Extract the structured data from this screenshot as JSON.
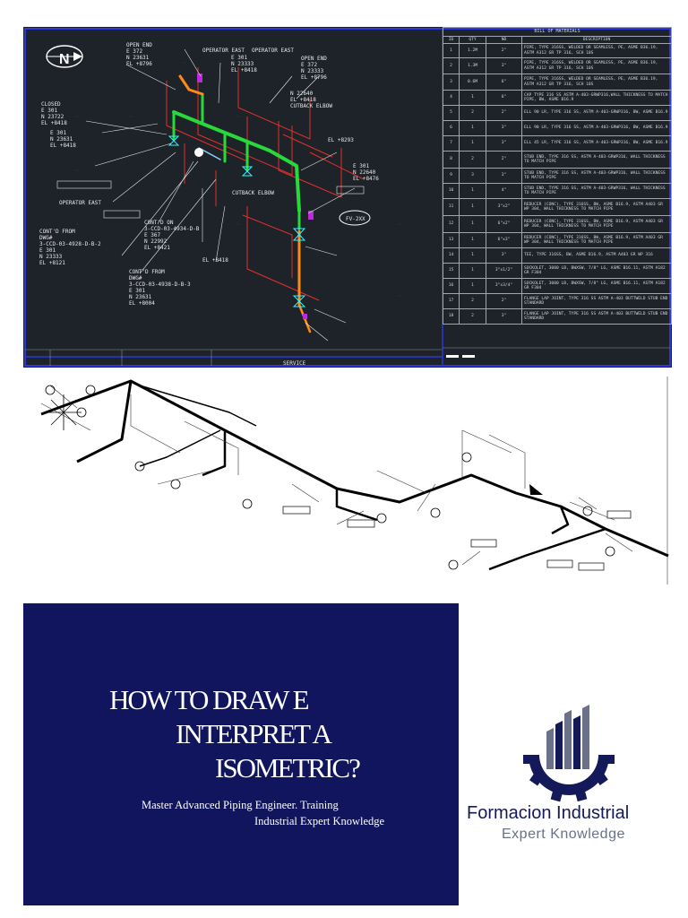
{
  "cad": {
    "bom_title": "BILL OF MATERIALS",
    "bom_headers": [
      "ID",
      "QTY",
      "ND",
      "DESCRIPTION"
    ],
    "bom_rows": [
      {
        "id": "1",
        "qty": "1.2M",
        "nd": "2\"",
        "desc": "PIPE, TYPE 316SS, WELDED OR SEAMLESS, PE, ASME B36.19, ASTM A312 GR TP 316, SCH 10S"
      },
      {
        "id": "2",
        "qty": "1.3M",
        "nd": "3\"",
        "desc": "PIPE, TYPE 316SS, WELDED OR SEAMLESS, PE, ASME B36.19, ASTM A312 GR TP 316, SCH 10S"
      },
      {
        "id": "3",
        "qty": "0.6M",
        "nd": "6\"",
        "desc": "PIPE, TYPE 316SS, WELDED OR SEAMLESS, PE, ASME B36.19, ASTM A312 GR TP 316, SCH 10S"
      },
      {
        "id": "4",
        "qty": "1",
        "nd": "6\"",
        "desc": "CAP TYPE 316 SS ASTM A-403-GRWP316,WALL THICKNESS TO MATCH PIPE, BW, ASME B16.9"
      },
      {
        "id": "5",
        "qty": "2",
        "nd": "2\"",
        "desc": "ELL 90 LR, TYPE 316 SS, ASTM A-403-GRWP316, BW, ASME B16.9"
      },
      {
        "id": "6",
        "qty": "1",
        "nd": "3\"",
        "desc": "ELL 90 LR, TYPE 316 SS, ASTM A-403-GRWP316, BW, ASME B16.9"
      },
      {
        "id": "7",
        "qty": "1",
        "nd": "3\"",
        "desc": "ELL 45 LR, TYPE 316 SS, ASTM A-403-GRWP316, BW, ASME B16.9"
      },
      {
        "id": "8",
        "qty": "2",
        "nd": "2\"",
        "desc": "STUB END, TYPE 316 SS, ASTM A-403-GRWP316, WALL THICKNESS TO MATCH PIPE"
      },
      {
        "id": "9",
        "qty": "3",
        "nd": "3\"",
        "desc": "STUB END, TYPE 316 SS, ASTM A-403-GRWP316, WALL THICKNESS TO MATCH PIPE"
      },
      {
        "id": "10",
        "qty": "1",
        "nd": "4\"",
        "desc": "STUB END, TYPE 316 SS, ASTM A-403-GRWP316, WALL THICKNESS TO MATCH PIPE"
      },
      {
        "id": "11",
        "qty": "1",
        "nd": "3\"x2\"",
        "desc": "REDUCER (CONC), TYPE 316SS, BW, ASME B16.9, ASTM A403 GR WP 304, WALL THICKNESS TO MATCH PIPE"
      },
      {
        "id": "12",
        "qty": "1",
        "nd": "6\"x2\"",
        "desc": "REDUCER (CONC), TYPE 316SS, BW, ASME B16.9, ASTM A403 GR WP 304, WALL THICKNESS TO MATCH PIPE"
      },
      {
        "id": "13",
        "qty": "1",
        "nd": "6\"x3\"",
        "desc": "REDUCER (CONC), TYPE 316SS, BW, ASME B16.9, ASTM A403 GR WP 304, WALL THICKNESS TO MATCH PIPE"
      },
      {
        "id": "14",
        "qty": "1",
        "nd": "3\"",
        "desc": "TEE, TYPE 316SS, BW, ASME B16.9, ASTM A403 GR WP 316"
      },
      {
        "id": "15",
        "qty": "1",
        "nd": "3\"x1/2\"",
        "desc": "SOCKOLET, 3000 LB, BWXSW, 7/8\" LG, ASME B16.11, ASTM A182 GR F304"
      },
      {
        "id": "16",
        "qty": "1",
        "nd": "3\"x3/4\"",
        "desc": "SOCKOLET, 3000 LB, BWXSW, 7/8\" LG, ASME B16.11, ASTM A182 GR F304"
      },
      {
        "id": "17",
        "qty": "2",
        "nd": "2\"",
        "desc": "FLANGE LAP JOINT, TYPE 316 SS ASTM A-403 BUTTWELD STUB END STANDARD"
      },
      {
        "id": "18",
        "qty": "2",
        "nd": "3\"",
        "desc": "FLANGE LAP JOINT, TYPE 316 SS ASTM A-403 BUTTWELD STUB END STANDARD"
      }
    ],
    "service_label": "SERVICE",
    "north_label": "N",
    "labels": [
      {
        "text": "OPEN END"
      },
      {
        "text": "E 372"
      },
      {
        "text": "N 23631"
      },
      {
        "text": "EL +8796"
      },
      {
        "text": "OPERATOR EAST"
      },
      {
        "text": "E 301"
      },
      {
        "text": "N 23333"
      },
      {
        "text": "EL +8418"
      },
      {
        "text": "OPERATOR EAST"
      },
      {
        "text": "OPEN END"
      },
      {
        "text": "E 372"
      },
      {
        "text": "N 23333"
      },
      {
        "text": "EL +8796"
      },
      {
        "text": "CUTBACK ELBOW"
      },
      {
        "text": "N 22640"
      },
      {
        "text": "EL +8418"
      },
      {
        "text": "CLOSED"
      },
      {
        "text": "E 301"
      },
      {
        "text": "N 23722"
      },
      {
        "text": "EL +8418"
      },
      {
        "text": "E 301"
      },
      {
        "text": "N 23631"
      },
      {
        "text": "EL +8418"
      },
      {
        "text": "EL +8293"
      },
      {
        "text": "E 301"
      },
      {
        "text": "N 22640"
      },
      {
        "text": "EL +8476"
      },
      {
        "text": "OPERATOR EAST"
      },
      {
        "text": "CUTBACK ELBOW"
      },
      {
        "text": "FV-2XX"
      },
      {
        "text": "CONT'D ON"
      },
      {
        "text": "3-CCD-03-4934-D-B"
      },
      {
        "text": "E 367"
      },
      {
        "text": "N 22992"
      },
      {
        "text": "EL +8421"
      },
      {
        "text": "CONT'D FROM"
      },
      {
        "text": "DWG#"
      },
      {
        "text": "3-CCD-03-4928-D-B-2"
      },
      {
        "text": "E 301"
      },
      {
        "text": "N 23333"
      },
      {
        "text": "EL +8121"
      },
      {
        "text": "EL +8418"
      },
      {
        "text": "CONT'D FROM"
      },
      {
        "text": "DWG#"
      },
      {
        "text": "3-CCD-03-4938-D-B-3"
      },
      {
        "text": "E 301"
      },
      {
        "text": "N 23631"
      },
      {
        "text": "EL +8004"
      }
    ]
  },
  "cover": {
    "title_lines": [
      "HOW TO DRAW E",
      "INTERPRET A",
      "ISOMETRIC?"
    ],
    "subtitle_lines": [
      "Master Advanced Piping Engineer. Training",
      "Industrial Expert Knowledge"
    ]
  },
  "brand": {
    "name": "Formacion Industrial",
    "tagline": "Expert Knowledge",
    "primary_color": "#14195a",
    "accent_color": "#6a7188",
    "background_color": "#10155e"
  },
  "colors": {
    "cad_background": "#1e2229",
    "pipe_green": "#27d93a",
    "pipe_orange": "#ff8a1c",
    "dim_red": "#e0322b"
  }
}
